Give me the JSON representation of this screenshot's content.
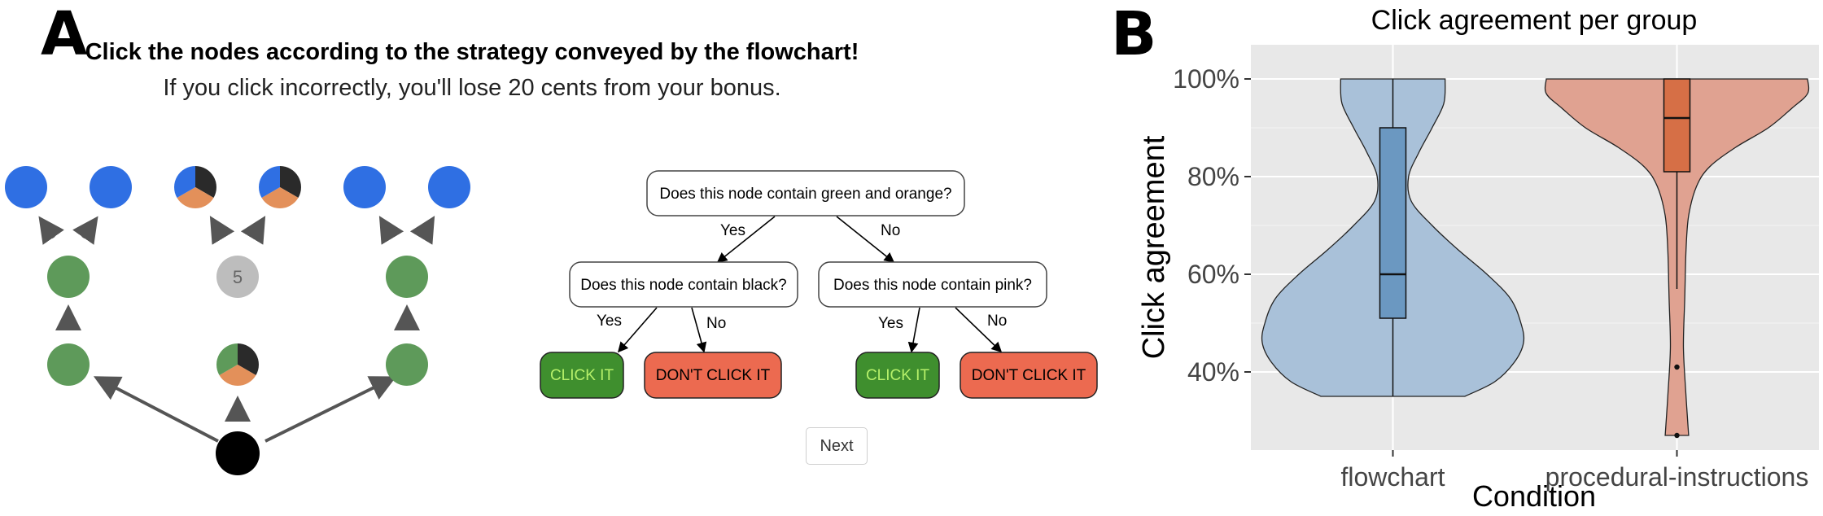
{
  "panel_a": {
    "letter": "A",
    "title": "Click the nodes according to the strategy conveyed by the flowchart!",
    "subtitle": "If you click incorrectly, you'll lose 20 cents from your bonus.",
    "revealed_node_value": "5",
    "flowchart": {
      "root_question": "Does this node contain green and orange?",
      "left_question": "Does this node contain black?",
      "right_question": "Does this node contain pink?",
      "yes_label": "Yes",
      "no_label": "No",
      "click_label": "CLICK IT",
      "dont_click_label": "DON'T CLICK IT"
    },
    "next_button": "Next",
    "colors": {
      "blue": "#2f6fe3",
      "green": "#5e9a5a",
      "orange": "#e3905a",
      "black": "#2a2a2a",
      "gray": "#bdbdbd",
      "click": "#3f8f2e",
      "dont_click": "#ec6a50"
    }
  },
  "panel_b": {
    "letter": "B"
  },
  "chart_data": {
    "type": "violin",
    "title": "Click agreement per group",
    "xlabel": "Condition",
    "ylabel": "Click agreement",
    "categories": [
      "flowchart",
      "procedural-instructions"
    ],
    "y_ticks": [
      "40%",
      "60%",
      "80%",
      "100%"
    ],
    "y_tick_values": [
      40,
      60,
      80,
      100
    ],
    "ylim": [
      24,
      107
    ],
    "grid": true,
    "series": [
      {
        "category": "flowchart",
        "color": "#a9c1d9",
        "box_color": "#6b98c1",
        "range": [
          35,
          100
        ],
        "q1": 51,
        "median": 60,
        "q3": 90,
        "whisker_low": 35,
        "whisker_high": 100,
        "outliers": [],
        "density": [
          [
            35,
            0.55
          ],
          [
            38,
            0.78
          ],
          [
            42,
            0.93
          ],
          [
            46,
            1.0
          ],
          [
            50,
            0.98
          ],
          [
            55,
            0.9
          ],
          [
            60,
            0.72
          ],
          [
            65,
            0.5
          ],
          [
            70,
            0.3
          ],
          [
            75,
            0.14
          ],
          [
            80,
            0.12
          ],
          [
            85,
            0.2
          ],
          [
            90,
            0.3
          ],
          [
            95,
            0.39
          ],
          [
            100,
            0.4
          ]
        ]
      },
      {
        "category": "procedural-instructions",
        "color": "#e0a291",
        "box_color": "#d66f46",
        "range": [
          27,
          100
        ],
        "q1": 81,
        "median": 92,
        "q3": 100,
        "whisker_low": 57,
        "whisker_high": 100,
        "outliers": [
          41,
          27
        ],
        "density": [
          [
            27,
            0.09
          ],
          [
            35,
            0.07
          ],
          [
            45,
            0.05
          ],
          [
            55,
            0.06
          ],
          [
            65,
            0.07
          ],
          [
            72,
            0.09
          ],
          [
            78,
            0.15
          ],
          [
            82,
            0.25
          ],
          [
            86,
            0.45
          ],
          [
            90,
            0.7
          ],
          [
            94,
            0.88
          ],
          [
            97,
            1.0
          ],
          [
            100,
            1.0
          ]
        ]
      }
    ]
  }
}
